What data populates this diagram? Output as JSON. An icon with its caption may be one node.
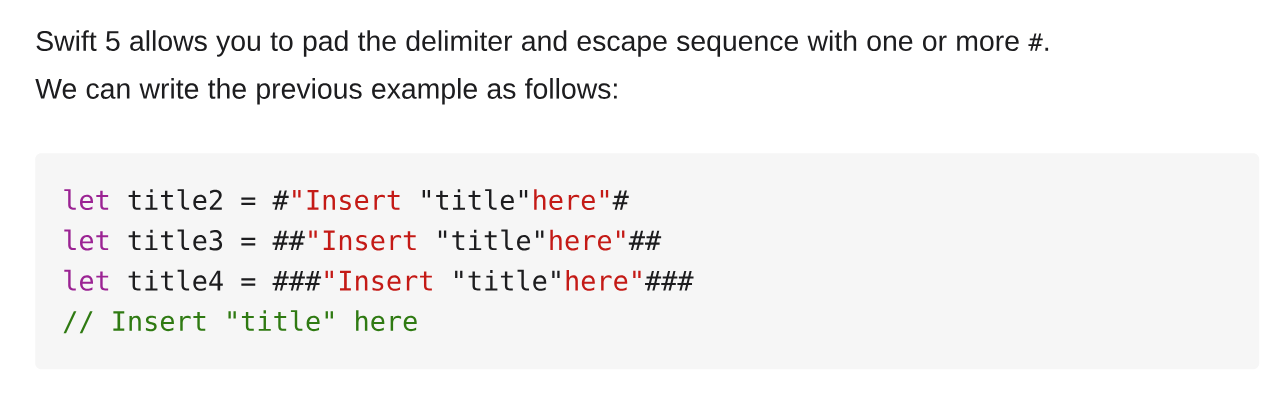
{
  "diagram": {
    "nodes": [
      {
        "text": [
          "let title2 = #\"Insert \"title\" here\"#",
          "let title3 = ##\"Insert \"title\" here\"##",
          "let title4 = ###\"Insert \"title\" here\"###",
          "// Insert \"title\" here"
        ]
      }
    ],
    "labels": [
      "Swift 5 allows you to pad the delimiter and escape sequence with one or more #. We can write the previous example as follows:"
    ]
  }
}
